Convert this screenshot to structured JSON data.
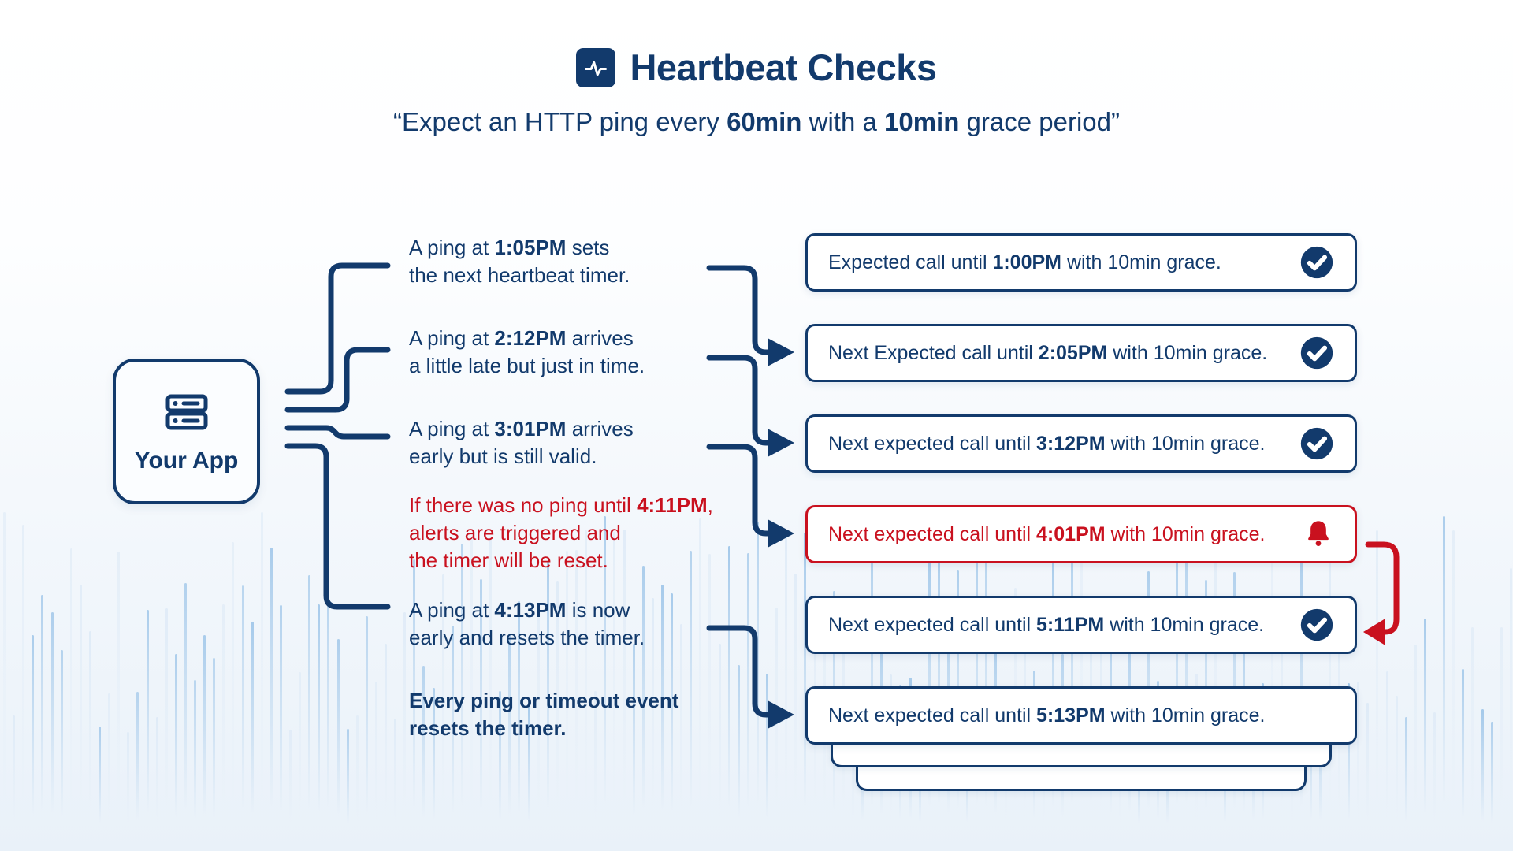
{
  "colors": {
    "navy": "#123a6c",
    "red": "#c9111f",
    "bar_strong": "#9fc6e9",
    "bar_faint": "#d7e6f5"
  },
  "header": {
    "icon": "pulse-icon",
    "title": "Heartbeat Checks",
    "subtitle": {
      "prefix": "“Expect an HTTP ping every ",
      "interval": "60min",
      "middle": " with a ",
      "grace": "10min",
      "suffix": " grace period”"
    }
  },
  "app_node": {
    "icon": "server-icon",
    "label": "Your App"
  },
  "notes": [
    {
      "variant": "normal",
      "lines": [
        [
          {
            "t": "A ping at "
          },
          {
            "t": "1:05PM",
            "b": true
          },
          {
            "t": " sets"
          }
        ],
        [
          {
            "t": "the next heartbeat timer."
          }
        ]
      ]
    },
    {
      "variant": "normal",
      "lines": [
        [
          {
            "t": "A ping at "
          },
          {
            "t": "2:12PM",
            "b": true
          },
          {
            "t": " arrives"
          }
        ],
        [
          {
            "t": "a little late but just in time."
          }
        ]
      ]
    },
    {
      "variant": "normal",
      "lines": [
        [
          {
            "t": "A ping at "
          },
          {
            "t": "3:01PM",
            "b": true
          },
          {
            "t": " arrives"
          }
        ],
        [
          {
            "t": "early but is still valid."
          }
        ]
      ]
    },
    {
      "variant": "alert",
      "lines": [
        [
          {
            "t": "If there was no ping until "
          },
          {
            "t": "4:11PM",
            "b": true
          },
          {
            "t": ","
          }
        ],
        [
          {
            "t": "alerts are triggered and"
          }
        ],
        [
          {
            "t": "the timer will be reset."
          }
        ]
      ]
    },
    {
      "variant": "normal",
      "lines": [
        [
          {
            "t": "A ping at "
          },
          {
            "t": "4:13PM",
            "b": true
          },
          {
            "t": " is now"
          }
        ],
        [
          {
            "t": "early and resets the timer."
          }
        ]
      ]
    },
    {
      "variant": "emphasis",
      "lines": [
        [
          {
            "t": "Every ping or timeout event"
          }
        ],
        [
          {
            "t": "resets the timer."
          }
        ]
      ]
    }
  ],
  "checks": [
    {
      "variant": "normal",
      "icon": "check-circle-icon",
      "segments": [
        {
          "t": "Expected call until "
        },
        {
          "t": "1:00PM",
          "b": true
        },
        {
          "t": " with 10min grace."
        }
      ]
    },
    {
      "variant": "normal",
      "icon": "check-circle-icon",
      "segments": [
        {
          "t": "Next Expected call until "
        },
        {
          "t": "2:05PM",
          "b": true
        },
        {
          "t": " with 10min grace."
        }
      ]
    },
    {
      "variant": "normal",
      "icon": "check-circle-icon",
      "segments": [
        {
          "t": "Next expected call until "
        },
        {
          "t": "3:12PM",
          "b": true
        },
        {
          "t": " with 10min grace."
        }
      ]
    },
    {
      "variant": "alert",
      "icon": "bell-icon",
      "segments": [
        {
          "t": "Next expected call until "
        },
        {
          "t": "4:01PM",
          "b": true
        },
        {
          "t": " with 10min grace."
        }
      ]
    },
    {
      "variant": "normal",
      "icon": "check-circle-icon",
      "segments": [
        {
          "t": "Next expected call until "
        },
        {
          "t": "5:11PM",
          "b": true
        },
        {
          "t": " with 10min grace."
        }
      ]
    },
    {
      "variant": "normal",
      "icon": null,
      "segments": [
        {
          "t": "Next expected call until "
        },
        {
          "t": "5:13PM",
          "b": true
        },
        {
          "t": " with 10min grace."
        }
      ]
    }
  ]
}
